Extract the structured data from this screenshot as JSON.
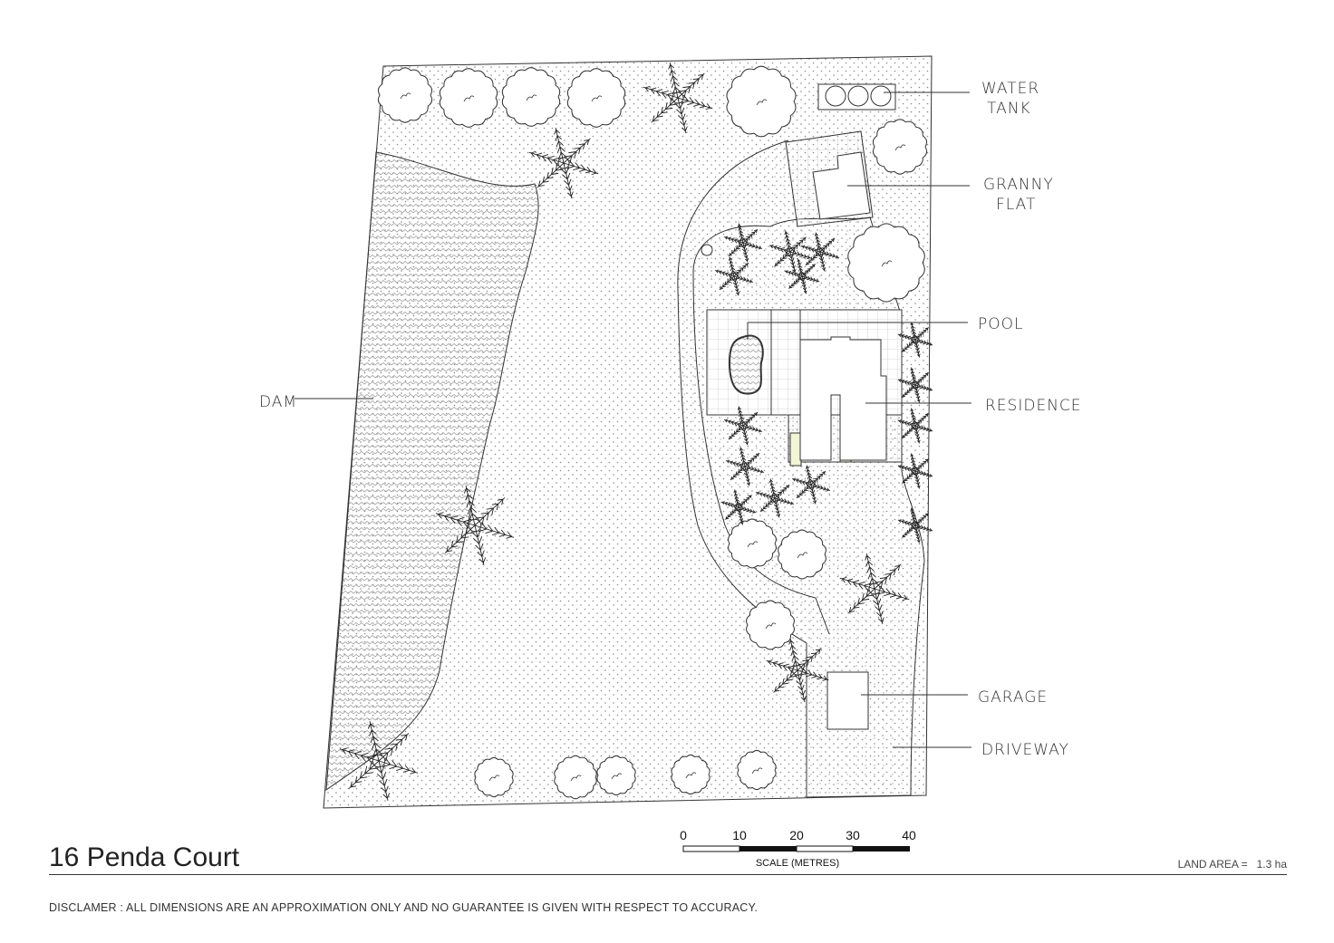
{
  "plan": {
    "title": "16 Penda Court",
    "labels": {
      "water_tank_1": "WATER",
      "water_tank_2": "TANK",
      "granny_flat_1": "GRANNY",
      "granny_flat_2": "FLAT",
      "pool": "POOL",
      "residence": "RESIDENCE",
      "dam": "DAM",
      "garage": "GARAGE",
      "driveway": "DRIVEWAY"
    },
    "scale": {
      "ticks": [
        "0",
        "10",
        "20",
        "30",
        "40"
      ],
      "caption": "SCALE (METRES)"
    },
    "land_area_label": "LAND AREA =",
    "land_area_value": "1.3 ha",
    "disclaimer": "DISCLAMER : ALL DIMENSIONS ARE AN APPROXIMATION ONLY AND NO GUARANTEE IS GIVEN WITH RESPECT TO ACCURACY.",
    "colors": {
      "line": "#333333",
      "paving_accent": "#f3f6d6"
    }
  }
}
